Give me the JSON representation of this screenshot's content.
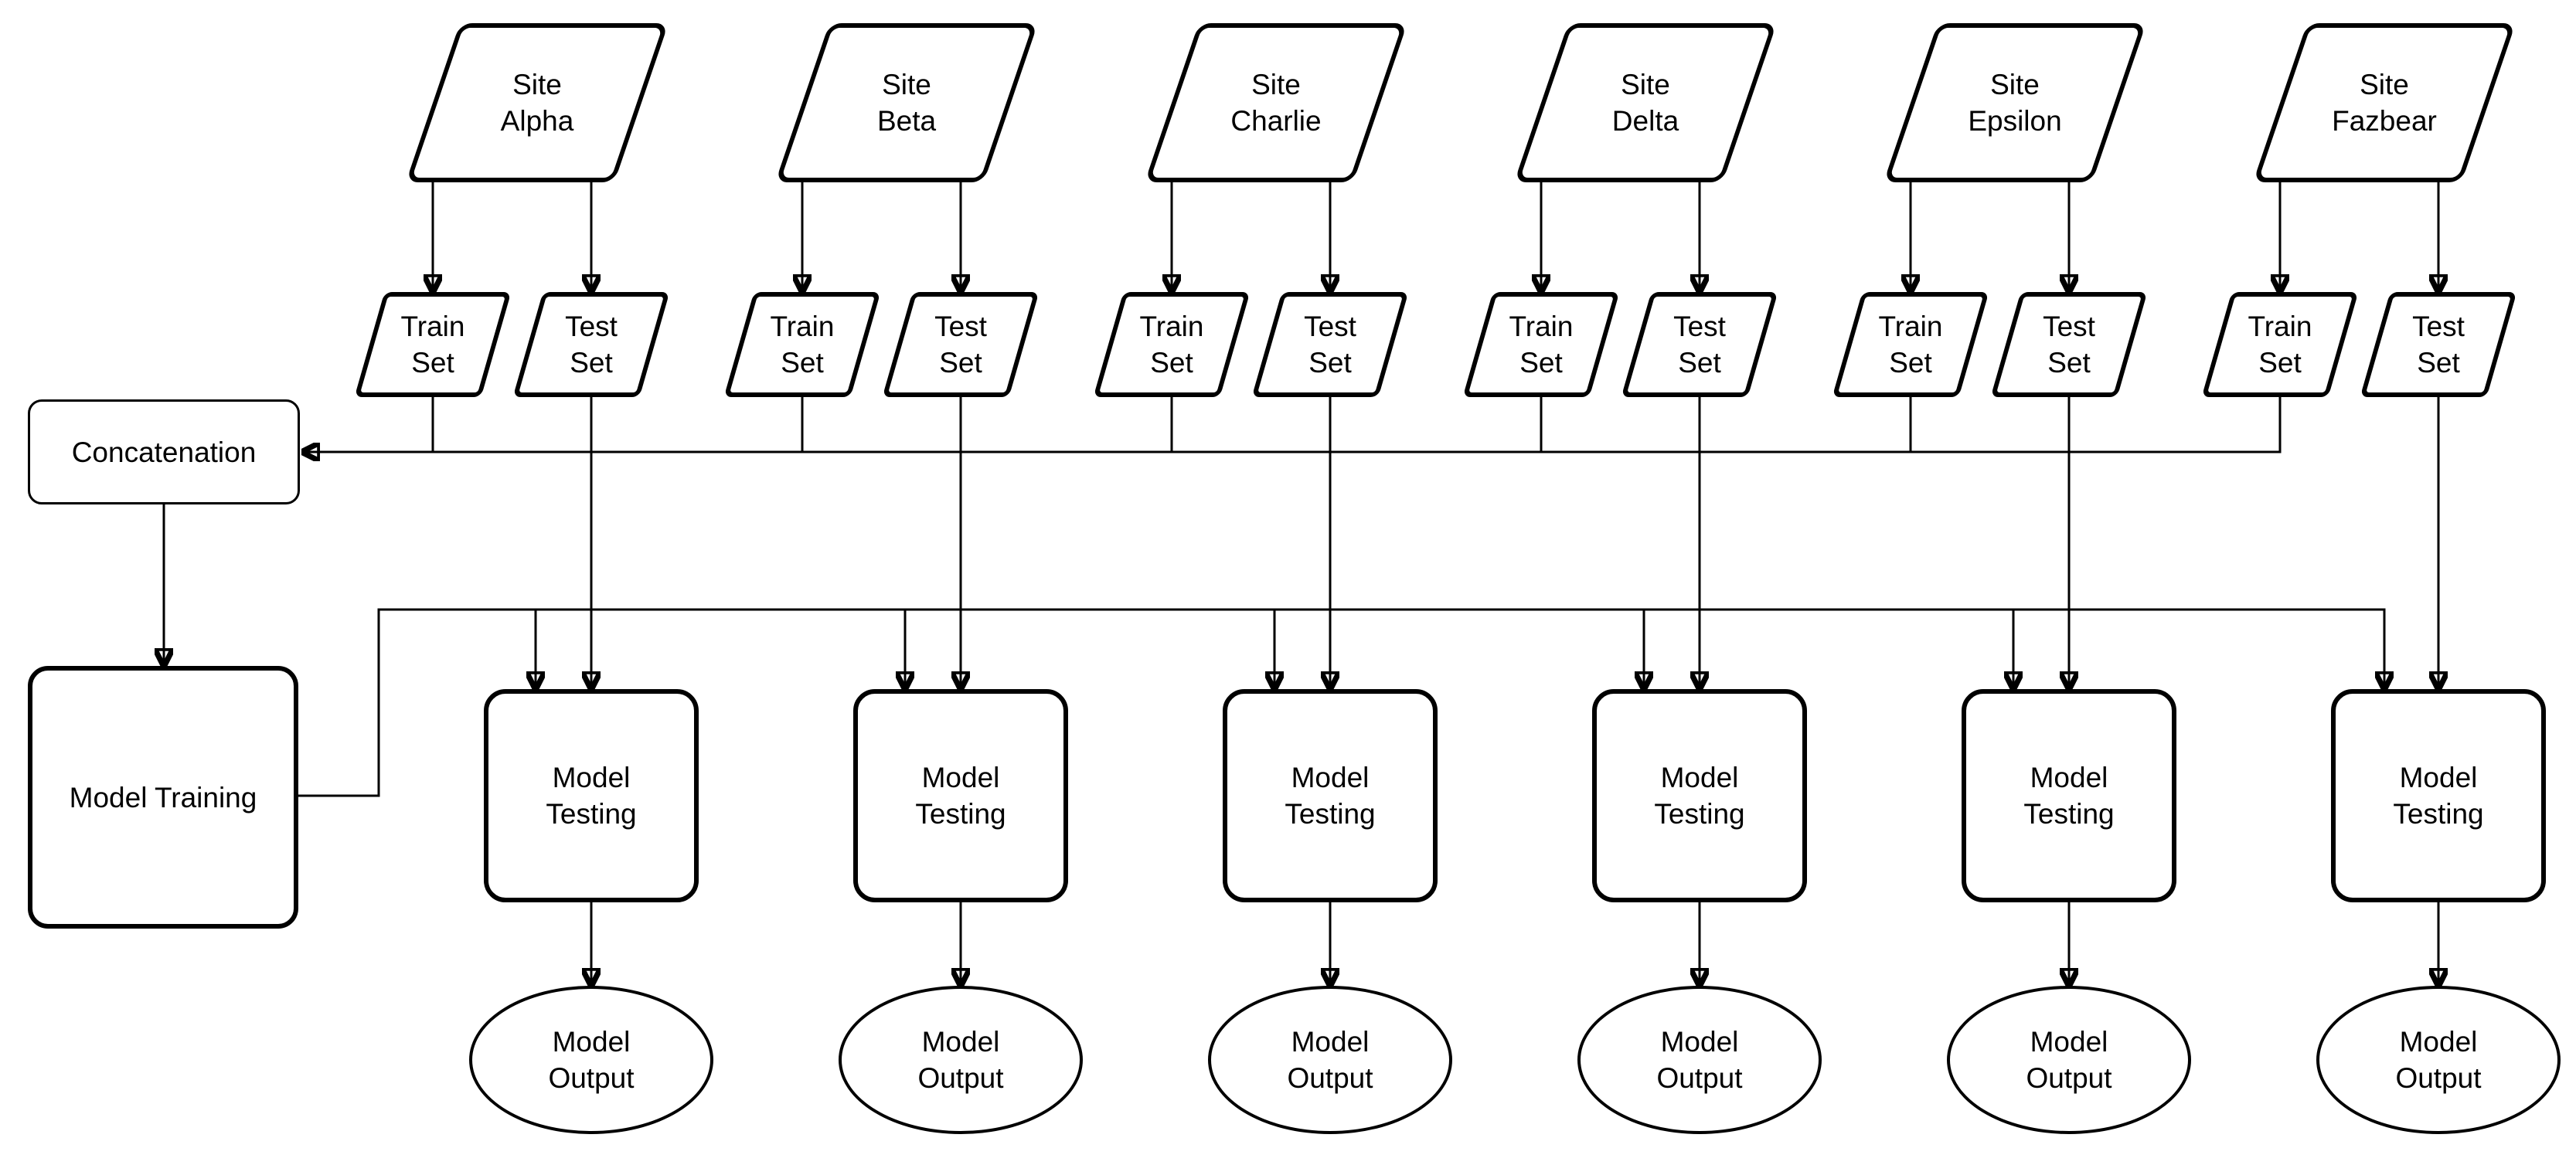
{
  "diagram": {
    "background_color": "#ffffff",
    "stroke_color": "#000000",
    "sites": [
      {
        "line1": "Site",
        "line2": "Alpha"
      },
      {
        "line1": "Site",
        "line2": "Beta"
      },
      {
        "line1": "Site",
        "line2": "Charlie"
      },
      {
        "line1": "Site",
        "line2": "Delta"
      },
      {
        "line1": "Site",
        "line2": "Epsilon"
      },
      {
        "line1": "Site",
        "line2": "Fazbear"
      }
    ],
    "labels": {
      "train_set": {
        "line1": "Train",
        "line2": "Set"
      },
      "test_set": {
        "line1": "Test",
        "line2": "Set"
      },
      "concatenation": "Concatenation",
      "model_training": "Model Training",
      "model_testing": {
        "line1": "Model",
        "line2": "Testing"
      },
      "model_output": {
        "line1": "Model",
        "line2": "Output"
      }
    }
  }
}
